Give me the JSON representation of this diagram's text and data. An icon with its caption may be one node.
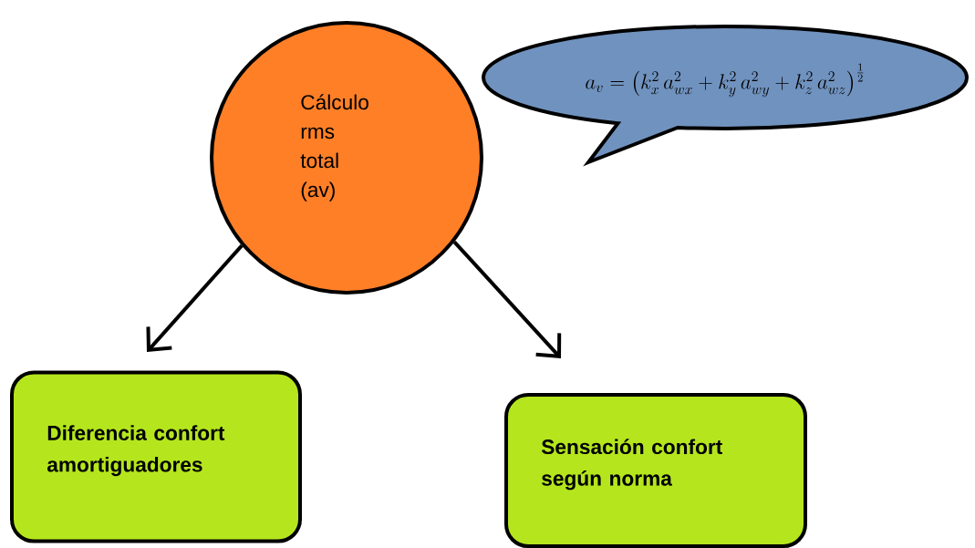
{
  "diagram": {
    "nodes": [
      {
        "text": [
          "Cálculo rms total (av)"
        ]
      },
      {
        "text": [
          "a_v = \\left(k_x^2\\, a_{wx}^2 + k_y^2\\, a_{wy}^2 + k_z^2\\, a_{wz}^2\\right)^{\\frac{1}{2}}"
        ]
      },
      {
        "text": [
          "Diferencia confort amortiguadores"
        ]
      },
      {
        "text": [
          "Sensación confort según norma"
        ]
      }
    ],
    "edges": [
      {
        "from": 0,
        "to": 2,
        "arrow": "to"
      },
      {
        "from": 0,
        "to": 3,
        "arrow": "to"
      }
    ]
  }
}
